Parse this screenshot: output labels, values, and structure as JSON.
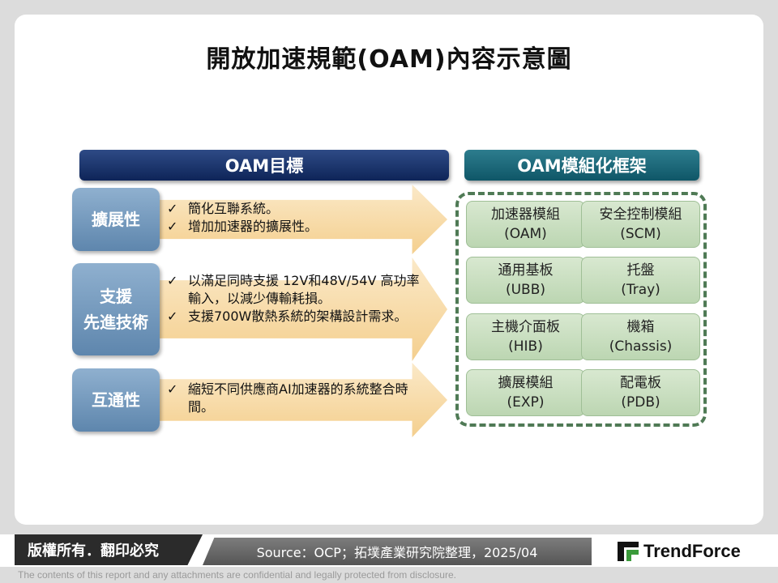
{
  "title": "開放加速規範(OAM)內容示意圖",
  "headers": {
    "goal": "OAM目標",
    "framework": "OAM模組化框架"
  },
  "goals": [
    {
      "label_lines": [
        "擴展性"
      ],
      "bullets": [
        "簡化互聯系統。",
        "增加加速器的擴展性。"
      ]
    },
    {
      "label_lines": [
        "支援",
        "先進技術"
      ],
      "bullets": [
        "以滿足同時支援 12V和48V/54V 高功率輸入，以減少傳輸耗損。",
        "支援700W散熱系統的架構設計需求。"
      ]
    },
    {
      "label_lines": [
        "互通性"
      ],
      "bullets": [
        "縮短不同供應商AI加速器的系統整合時間。"
      ]
    }
  ],
  "check_symbol": "✓",
  "modules": [
    {
      "name": "加速器模組",
      "abbr": "(OAM)"
    },
    {
      "name": "安全控制模組",
      "abbr": "(SCM)"
    },
    {
      "name": "通用基板",
      "abbr": "(UBB)"
    },
    {
      "name": "托盤",
      "abbr": "(Tray)"
    },
    {
      "name": "主機介面板",
      "abbr": "(HIB)"
    },
    {
      "name": "機箱",
      "abbr": "(Chassis)"
    },
    {
      "name": "擴展模組",
      "abbr": "(EXP)"
    },
    {
      "name": "配電板",
      "abbr": "(PDB)"
    }
  ],
  "footer": {
    "copyright": "版權所有．翻印必究",
    "source": "Source：OCP；拓墣產業研究院整理，2025/04",
    "logo_text": "TrendForce",
    "disclaimer": "The contents of this report and any attachments are confidential and legally protected from disclosure."
  },
  "colors": {
    "goal_header": "#0e2458",
    "framework_header": "#0f5667",
    "label_box": "#5e86ad",
    "arrow": "#f4cf8e",
    "module": "#bcd6b2",
    "dashed_border": "#4f7a55",
    "logo_green": "#3a9a3a"
  }
}
